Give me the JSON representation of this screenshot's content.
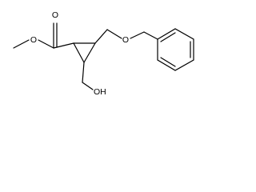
{
  "structure": {
    "atoms": {
      "carbonyl_oxygen": "O",
      "ester_oxygen": "O",
      "ether_oxygen": "O",
      "hydroxyl": "OH"
    },
    "colors": {
      "bond": "#000000",
      "text": "#000000",
      "background": "#ffffff"
    }
  }
}
